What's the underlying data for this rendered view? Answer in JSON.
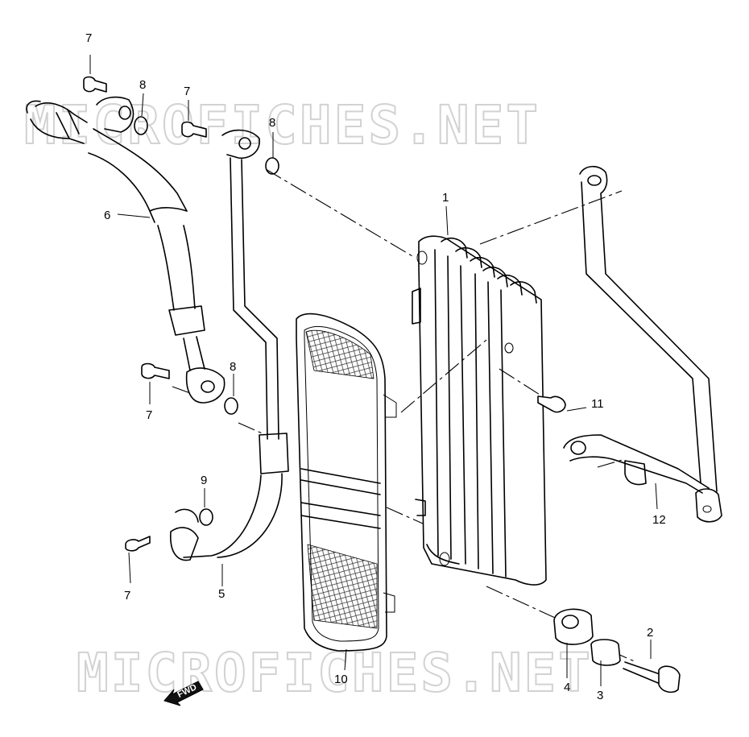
{
  "watermark": {
    "top": "MICROFICHES.NET",
    "bottom": "MICROFICHES.NET"
  },
  "direction_badge": "FWD",
  "part_labels": {
    "p1": "1",
    "p2": "2",
    "p3": "3",
    "p4": "4",
    "p5": "5",
    "p6": "6",
    "p7a": "7",
    "p7b": "7",
    "p7c": "7",
    "p7d": "7",
    "p8a": "8",
    "p8b": "8",
    "p8c": "8",
    "p9": "9",
    "p10": "10",
    "p11": "11",
    "p12": "12"
  }
}
